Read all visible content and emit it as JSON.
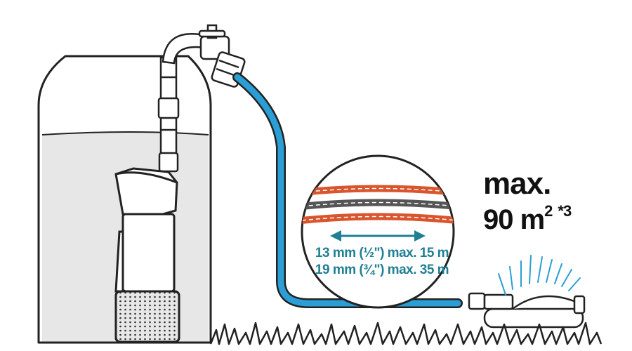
{
  "coverage": {
    "line1": "max.",
    "area_value": "90 m",
    "area_exponent": "2",
    "footnote": "*3"
  },
  "hose_specs": [
    {
      "text": "13 mm (½\") max. 15 m"
    },
    {
      "text": "19 mm (¾\") max. 35 m"
    }
  ],
  "colors": {
    "hose_blue": "#2b9ed6",
    "hose_orange": "#d9552d",
    "hose_grey": "#555555",
    "spec_text": "#1f7f93",
    "outline": "#222222"
  }
}
